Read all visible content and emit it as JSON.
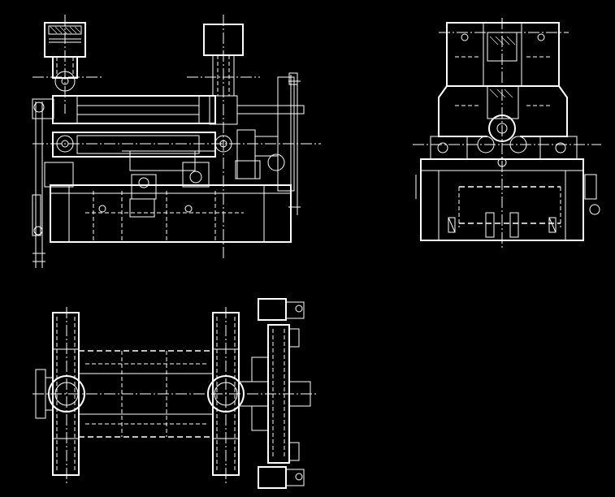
{
  "drawing": {
    "background": "#000000",
    "line_color": "#ffffff",
    "views": [
      "front-elevation",
      "side-elevation",
      "plan-view"
    ]
  }
}
